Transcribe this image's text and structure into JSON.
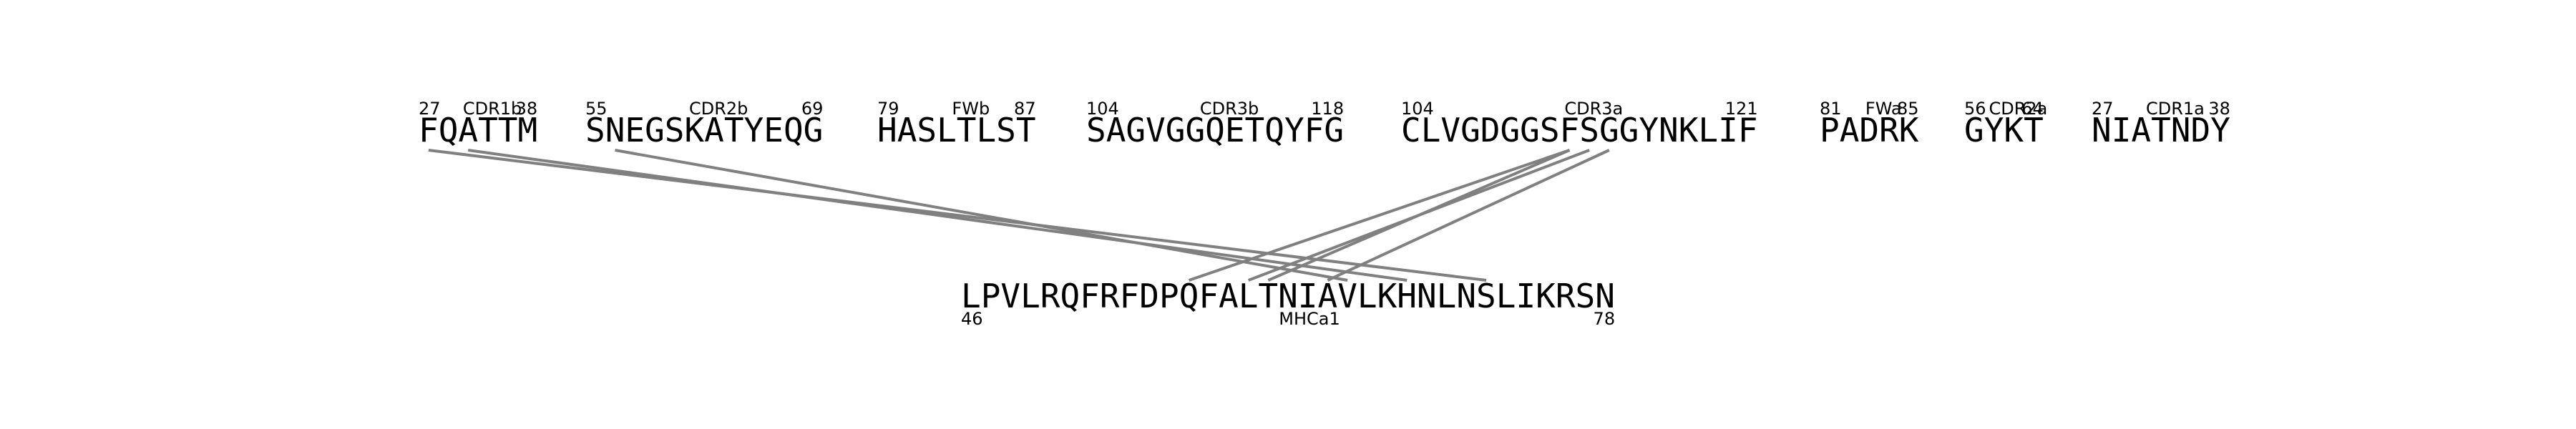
{
  "top_segments": [
    {
      "sequence": "FQATTM",
      "start": "27",
      "region": "CDR1b",
      "end": "38"
    },
    {
      "sequence": "SNEGSKATYEQG",
      "start": "55",
      "region": "CDR2b",
      "end": "69"
    },
    {
      "sequence": "HASLTLST",
      "start": "79",
      "region": "FWb",
      "end": "87"
    },
    {
      "sequence": "SAGVGGQETQYFG",
      "start": "104",
      "region": "CDR3b",
      "end": "118"
    },
    {
      "sequence": "CLVGDGGSFSGGYNKLIF",
      "start": "104",
      "region": "CDR3a",
      "end": "121"
    },
    {
      "sequence": "PADRK",
      "start": "81",
      "region": "FWa",
      "end": "85"
    },
    {
      "sequence": "GYKT",
      "start": "56",
      "region": "CDR2a",
      "end": "64"
    },
    {
      "sequence": "NIATNDY",
      "start": "27",
      "region": "CDR1a",
      "end": "38"
    }
  ],
  "bottom_segment": {
    "sequence": "LPVLRQFRFDPQFALTNIAVLKHNLNSLIKRSN",
    "start": "46",
    "region": "MHCa1",
    "end": "78"
  },
  "contacts": [
    {
      "top_segment": 0,
      "top_residue": 0,
      "bottom_residue": 26
    },
    {
      "top_segment": 0,
      "top_residue": 2,
      "bottom_residue": 22
    },
    {
      "top_segment": 1,
      "top_residue": 1,
      "bottom_residue": 19
    },
    {
      "top_segment": 4,
      "top_residue": 8,
      "bottom_residue": 11
    },
    {
      "top_segment": 4,
      "top_residue": 8,
      "bottom_residue": 15
    },
    {
      "top_segment": 4,
      "top_residue": 9,
      "bottom_residue": 14
    },
    {
      "top_segment": 4,
      "top_residue": 10,
      "bottom_residue": 18
    }
  ],
  "colors": {
    "text": "#000000",
    "link": "#808080"
  }
}
